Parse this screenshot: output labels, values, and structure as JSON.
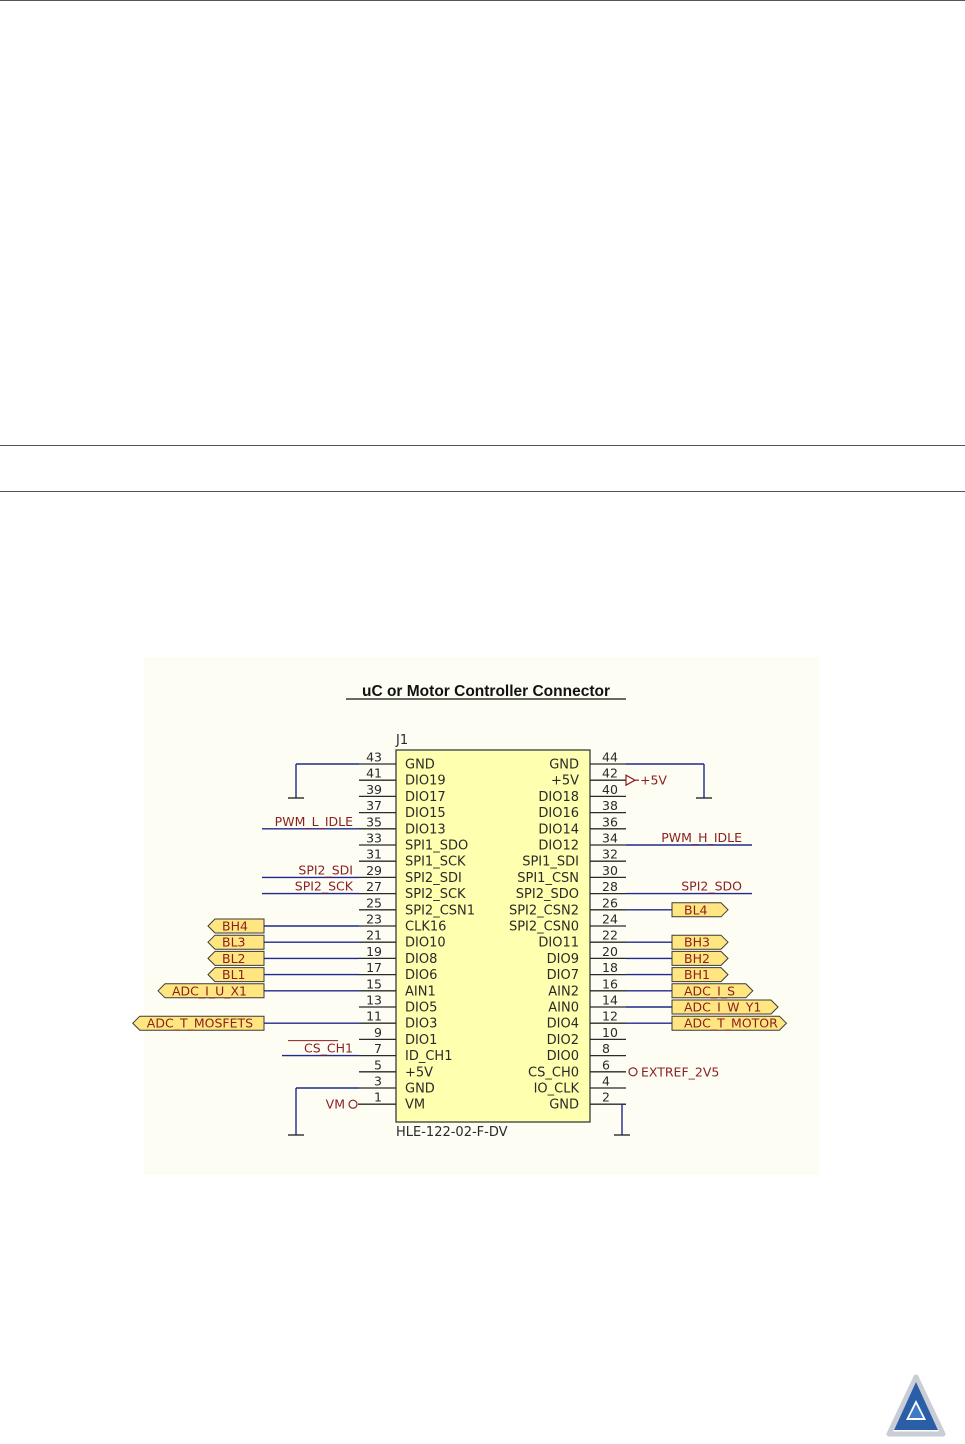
{
  "figure": {
    "title": "uC or Motor Controller Connector",
    "designator": "J1",
    "part_number": "HLE-122-02-F-DV",
    "colors": {
      "background": "#fdfdf4",
      "body_fill": "#ffffb0",
      "wire": "#1f2a8a",
      "net_label": "#8a1f1f",
      "port_fill": "#ffe680"
    },
    "left_pins": [
      {
        "num": "43",
        "name": "GND",
        "net": "gnd"
      },
      {
        "num": "41",
        "name": "DIO19"
      },
      {
        "num": "39",
        "name": "DIO17"
      },
      {
        "num": "37",
        "name": "DIO15"
      },
      {
        "num": "35",
        "name": "DIO13",
        "net": "PWM_L_IDLE"
      },
      {
        "num": "33",
        "name": "SPI1_SDO"
      },
      {
        "num": "31",
        "name": "SPI1_SCK"
      },
      {
        "num": "29",
        "name": "SPI2_SDI",
        "net": "SPI2_SDI"
      },
      {
        "num": "27",
        "name": "SPI2_SCK",
        "net": "SPI2_SCK"
      },
      {
        "num": "25",
        "name": "SPI2_CSN1"
      },
      {
        "num": "23",
        "name": "CLK16",
        "port": "BH4"
      },
      {
        "num": "21",
        "name": "DIO10",
        "port": "BL3"
      },
      {
        "num": "19",
        "name": "DIO8",
        "port": "BL2"
      },
      {
        "num": "17",
        "name": "DIO6",
        "port": "BL1"
      },
      {
        "num": "15",
        "name": "AIN1",
        "port": "ADC_I_U_X1"
      },
      {
        "num": "13",
        "name": "DIO5"
      },
      {
        "num": "11",
        "name": "DIO3",
        "port": "ADC_T_MOSFETS"
      },
      {
        "num": "9",
        "name": "DIO1"
      },
      {
        "num": "7",
        "name": "ID_CH1",
        "net": "CS_CH1"
      },
      {
        "num": "5",
        "name": "+5V"
      },
      {
        "num": "3",
        "name": "GND",
        "net": "gnd"
      },
      {
        "num": "1",
        "name": "VM",
        "power": "VM"
      }
    ],
    "right_pins": [
      {
        "num": "44",
        "name": "GND",
        "net": "gnd"
      },
      {
        "num": "42",
        "name": "+5V",
        "power": "+5V"
      },
      {
        "num": "40",
        "name": "DIO18"
      },
      {
        "num": "38",
        "name": "DIO16"
      },
      {
        "num": "36",
        "name": "DIO14"
      },
      {
        "num": "34",
        "name": "DIO12",
        "net": "PWM_H_IDLE"
      },
      {
        "num": "32",
        "name": "SPI1_SDI"
      },
      {
        "num": "30",
        "name": "SPI1_CSN"
      },
      {
        "num": "28",
        "name": "SPI2_SDO",
        "net": "SPI2_SDO"
      },
      {
        "num": "26",
        "name": "SPI2_CSN2",
        "port": "BL4"
      },
      {
        "num": "24",
        "name": "SPI2_CSN0"
      },
      {
        "num": "22",
        "name": "DIO11",
        "port": "BH3"
      },
      {
        "num": "20",
        "name": "DIO9",
        "port": "BH2"
      },
      {
        "num": "18",
        "name": "DIO7",
        "port": "BH1"
      },
      {
        "num": "16",
        "name": "AIN2",
        "port": "ADC_I_S"
      },
      {
        "num": "14",
        "name": "AIN0",
        "port": "ADC_I_W_Y1"
      },
      {
        "num": "12",
        "name": "DIO4",
        "port": "ADC_T_MOTOR"
      },
      {
        "num": "10",
        "name": "DIO2"
      },
      {
        "num": "8",
        "name": "DIO0"
      },
      {
        "num": "6",
        "name": "CS_CH0",
        "power": "EXTREF_2V5"
      },
      {
        "num": "4",
        "name": "IO_CLK"
      },
      {
        "num": "2",
        "name": "GND",
        "net": "gnd"
      }
    ]
  },
  "logo": {
    "icon": "trinamic-triangle-logo-icon"
  }
}
